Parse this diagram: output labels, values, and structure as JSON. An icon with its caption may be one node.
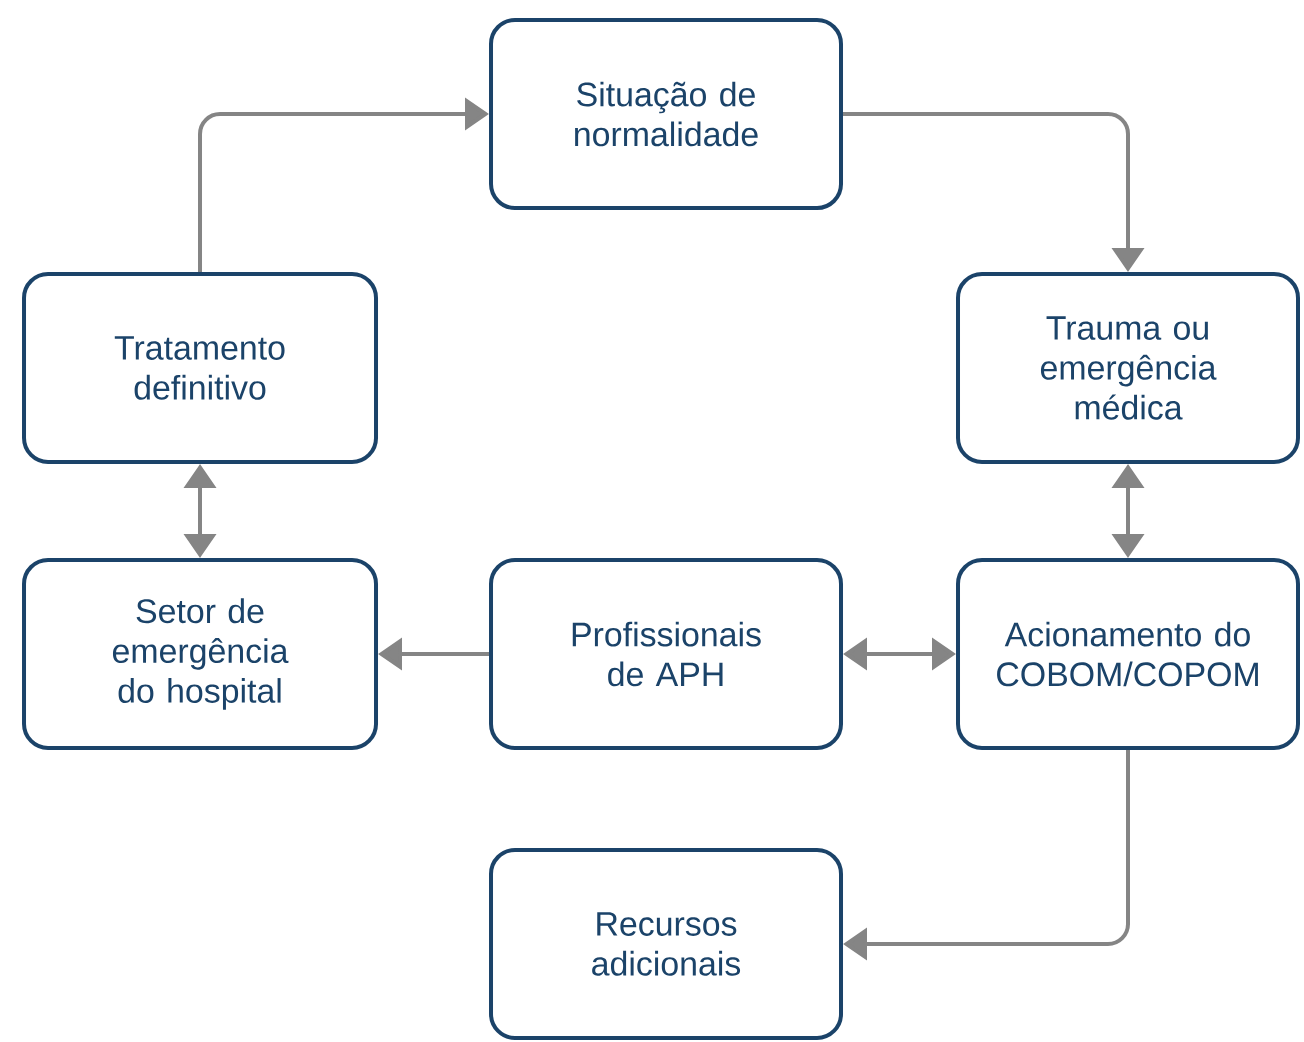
{
  "diagram": {
    "nodes": [
      {
        "text": [
          "Situação de normalidade"
        ]
      },
      {
        "text": [
          "Tratamento definitivo"
        ]
      },
      {
        "text": [
          "Trauma ou emergência médica"
        ]
      },
      {
        "text": [
          "Setor de emergência do hospital"
        ]
      },
      {
        "text": [
          "Profissionais de APH"
        ]
      },
      {
        "text": [
          "Acionamento do COBOM/COPOM"
        ]
      },
      {
        "text": [
          "Recursos adicionais"
        ]
      }
    ],
    "edges": [
      {
        "from": 1,
        "to": 0,
        "arrow": "to"
      },
      {
        "from": 0,
        "to": 2,
        "arrow": "to"
      },
      {
        "from": 2,
        "to": 5,
        "arrow": "both"
      },
      {
        "from": 1,
        "to": 3,
        "arrow": "both"
      },
      {
        "from": 4,
        "to": 3,
        "arrow": "to"
      },
      {
        "from": 4,
        "to": 5,
        "arrow": "both"
      },
      {
        "from": 5,
        "to": 6,
        "arrow": "to"
      }
    ]
  }
}
